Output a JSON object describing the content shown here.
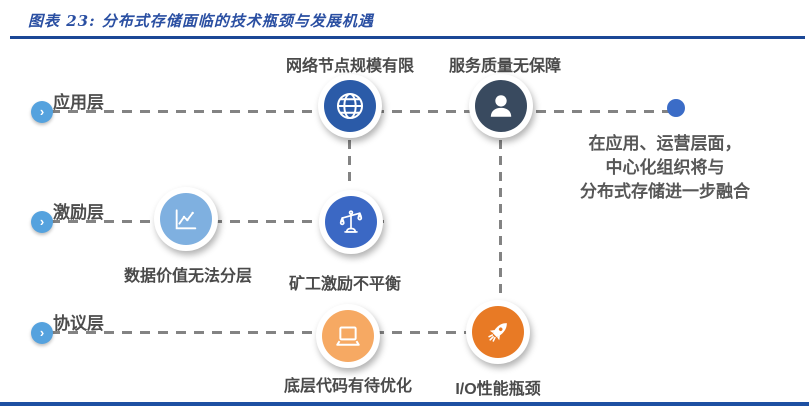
{
  "title": "图表 23: 分布式存储面临的技术瓶颈与发展机遇",
  "colors": {
    "title_blue": "#2a4fa2",
    "rule_blue": "#1b4796",
    "bottom_rule_blue": "#1d50a2",
    "dash_gray": "#838383",
    "label_gray": "#4a4a4a",
    "arrow_badge_blue": "#55a2de",
    "end_dot_blue": "#3b6cc7",
    "node_network_blue": "#2b5ba8",
    "node_service_navy": "#394a5f",
    "node_data_lightblue": "#7fb0e0",
    "node_miner_blue": "#3b68c4",
    "node_code_lightorange": "#f6a963",
    "node_io_orange": "#e87a25"
  },
  "layers": [
    {
      "label": "应用层"
    },
    {
      "label": "激励层"
    },
    {
      "label": "协议层"
    }
  ],
  "arrow_glyph": "›",
  "nodes": [
    {
      "id": "network",
      "label": "网络节点规模有限",
      "icon": "globe-icon"
    },
    {
      "id": "service",
      "label": "服务质量无保障",
      "icon": "user-icon"
    },
    {
      "id": "data",
      "label": "数据价值无法分层",
      "icon": "line-chart-icon"
    },
    {
      "id": "miner",
      "label": "矿工激励不平衡",
      "icon": "balance-scale-icon"
    },
    {
      "id": "code",
      "label": "底层代码有待优化",
      "icon": "laptop-icon"
    },
    {
      "id": "io",
      "label": "I/O性能瓶颈",
      "icon": "rocket-icon"
    }
  ],
  "annotation": {
    "line1": "在应用、运营层面，",
    "line2": "中心化组织将与",
    "line3": "分布式存储进一步融合"
  }
}
